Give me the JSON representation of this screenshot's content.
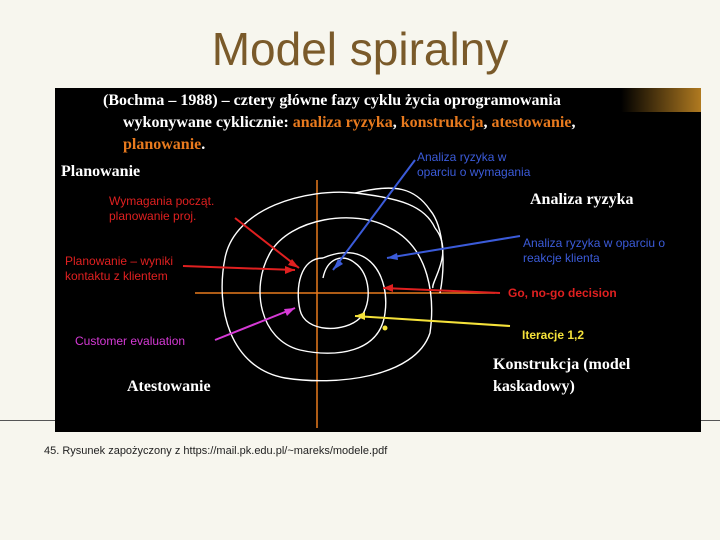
{
  "title": "Model spiralny",
  "caption": "45. Rysunek zapożyczony z https://mail.pk.edu.pl/~mareks/modele.pdf",
  "header": {
    "line1": "(Bochma – 1988)  – cztery główne fazy cyklu życia oprogramowania",
    "line2_prefix": "wykonywane cyklicznie: ",
    "phase_risk": "analiza ryzyka",
    "sep1": ", ",
    "phase_build": "konstrukcja",
    "sep2": ",  ",
    "phase_test": "atestowanie",
    "sep3": ",",
    "phase_plan": "planowanie",
    "end": "."
  },
  "quadrants": {
    "planning": "Planowanie",
    "risk": "Analiza ryzyka",
    "construction_1": "Konstrukcja (model",
    "construction_2": "kaskadowy)",
    "testing": "Atestowanie"
  },
  "annotations": {
    "risk_req_1": "Analiza ryzyka w",
    "risk_req_2": "oparciu o wymagania",
    "initial_req_1": "Wymagania począt.",
    "initial_req_2": "planowanie proj.",
    "risk_client_1": "Analiza ryzyka w oparciu o",
    "risk_client_2": "reakcje klienta",
    "planning_results_1": "Planowanie – wyniki",
    "planning_results_2": "kontaktu z klientem",
    "go_nogo": "Go, no-go decision",
    "iterations": "Iteracje 1,2",
    "customer_eval": "Customer evaluation"
  },
  "colors": {
    "title": "#7a5a2a",
    "orange": "#e87a1e",
    "blue": "#3b5bd9",
    "red": "#e02020",
    "magenta": "#d63ad6",
    "yellow": "#f5e23a",
    "white": "#ffffff"
  }
}
